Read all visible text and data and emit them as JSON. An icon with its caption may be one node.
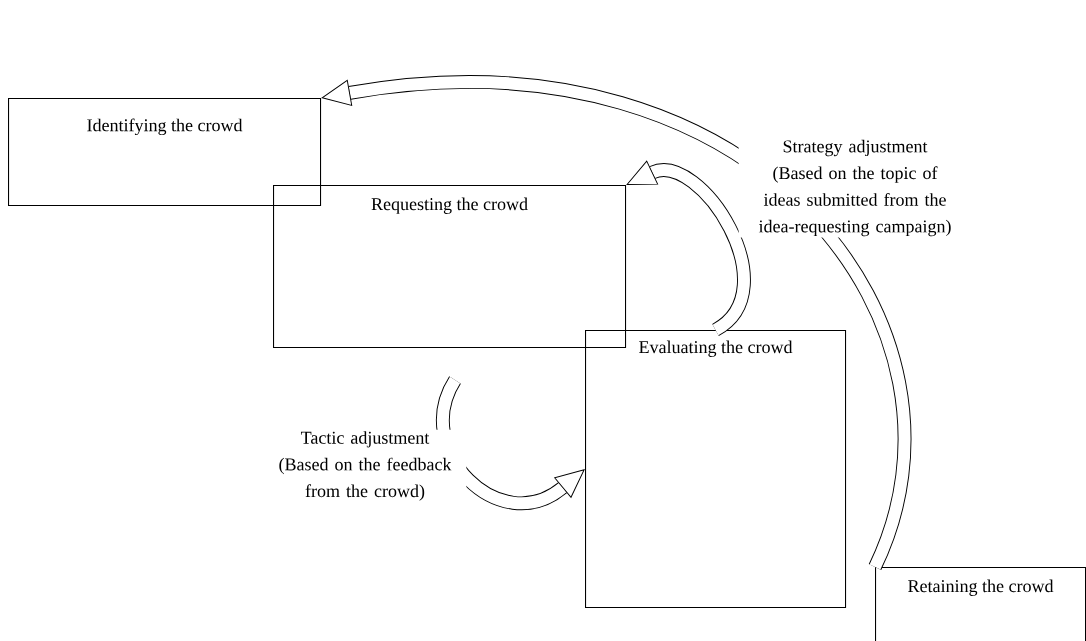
{
  "diagram": {
    "nodes": [
      {
        "text": [
          "Identifying the crowd"
        ]
      },
      {
        "text": [
          "Requesting the crowd"
        ]
      },
      {
        "text": [
          "Evaluating the crowd"
        ]
      },
      {
        "text": [
          "Retaining the crowd"
        ]
      }
    ],
    "edges": [
      {
        "from": 3,
        "to": 0,
        "arrow": "to",
        "label": "Strategy adjustment (Based on the topic of ideas submitted from the idea-requesting campaign)"
      },
      {
        "from": 2,
        "to": 1,
        "arrow": "to"
      },
      {
        "from": null,
        "to": 2,
        "arrow": "to",
        "label": "Tactic adjustment (Based on the feedback from the crowd)"
      }
    ]
  }
}
